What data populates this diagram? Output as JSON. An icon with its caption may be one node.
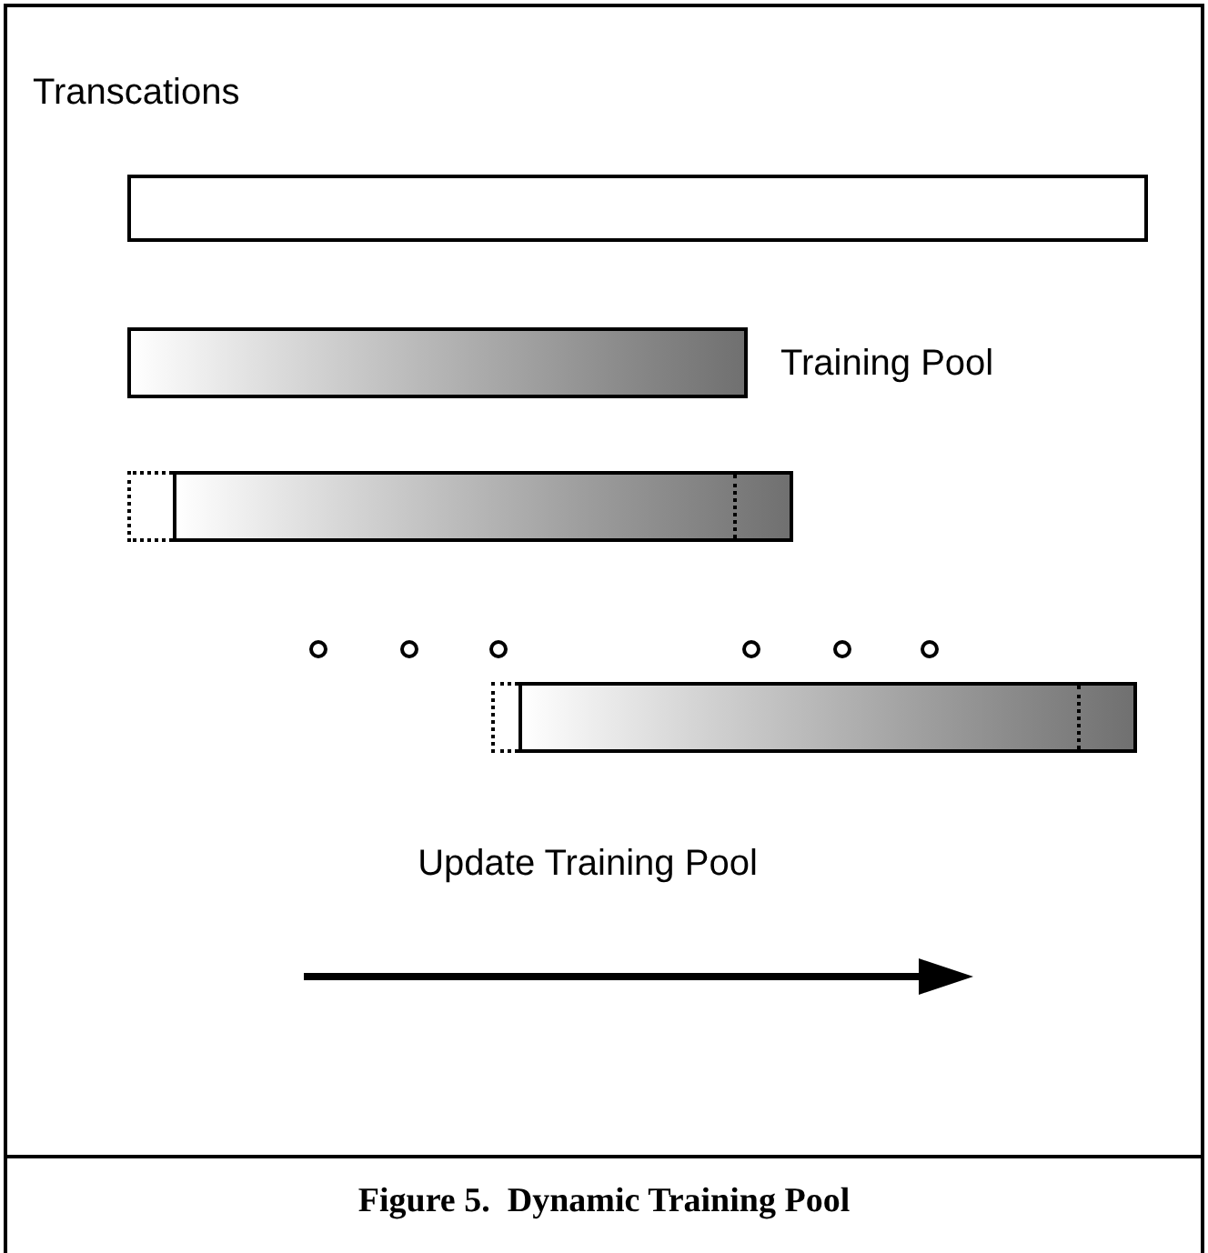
{
  "diagram": {
    "caption": "Figure 5.  Dynamic Training Pool",
    "nodes": [
      {
        "text": [],
        "shape": "bar"
      },
      {
        "text": [],
        "shape": "bar",
        "beside": [
          "Training Pool"
        ]
      },
      {
        "text": [],
        "shape": "bar"
      },
      {
        "text": [],
        "shape": "bar"
      }
    ],
    "labels": [
      "Transcations",
      "Update Training Pool"
    ]
  }
}
